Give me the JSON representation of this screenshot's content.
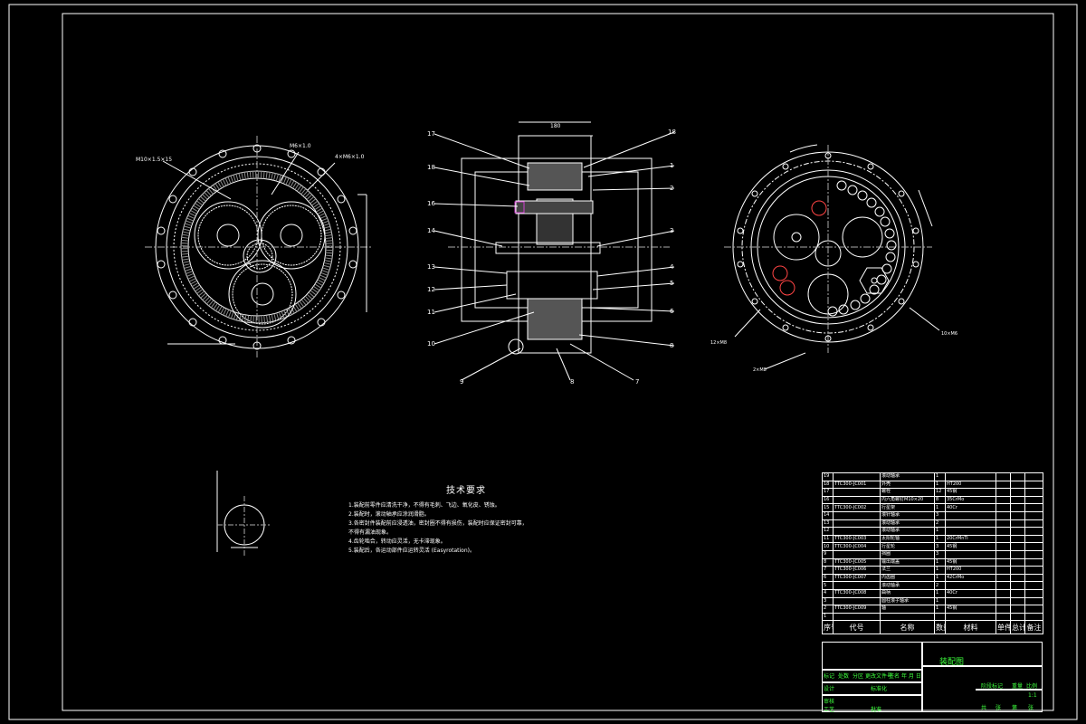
{
  "drawing": {
    "section_labels_left": [
      "17",
      "18",
      "16",
      "14",
      "13",
      "12",
      "11",
      "10",
      "9"
    ],
    "section_labels_right": [
      "18",
      "1",
      "2",
      "3",
      "4",
      "5",
      "6",
      "7",
      "8"
    ],
    "dim_top": "180",
    "front_view_notes": [
      "M10×1.5×15",
      "M6×1.0",
      "4×M6×1.0"
    ],
    "right_view_notes": [
      "12×M8",
      "10×M6",
      "2×M8"
    ]
  },
  "tech_requirements": {
    "title": "技术要求",
    "items": [
      "1.装配前零件应清洗干净，不得有毛刺、飞边、氧化皮、锈蚀。",
      "2.装配时，滚动轴承应涂润滑脂。",
      "3.各密封件装配前应浸透油，密封圈不得有损伤，装配时应保证密封可靠，",
      "  不得有漏油现象。",
      "4.齿轮啮合，转动应灵活，无卡滞现象。",
      "5.装配后，各运动部件应运转灵活 (Easyrotation)。"
    ]
  },
  "bom": {
    "headers": [
      "序号",
      "代号",
      "名称",
      "数量",
      "材料",
      "单件",
      "总计",
      "备注"
    ],
    "rows": [
      {
        "no": "19",
        "code": "",
        "name": "滚动轴承",
        "qty": "1",
        "mat": ""
      },
      {
        "no": "18",
        "code": "TTC300-JC001",
        "name": "外壳",
        "qty": "1",
        "mat": "HT200"
      },
      {
        "no": "17",
        "code": "",
        "name": "螺栓",
        "qty": "12",
        "mat": "45钢"
      },
      {
        "no": "16",
        "code": "",
        "name": "内六角螺钉M10×20",
        "qty": "8",
        "mat": "35CrMo"
      },
      {
        "no": "15",
        "code": "TTC300-JC002",
        "name": "行星架",
        "qty": "1",
        "mat": "40Cr"
      },
      {
        "no": "14",
        "code": "",
        "name": "滚针轴承",
        "qty": "3",
        "mat": ""
      },
      {
        "no": "13",
        "code": "",
        "name": "滚动轴承",
        "qty": "2",
        "mat": ""
      },
      {
        "no": "12",
        "code": "",
        "name": "滚动轴承",
        "qty": "1",
        "mat": ""
      },
      {
        "no": "11",
        "code": "TTC300-JC003",
        "name": "太阳轮轴",
        "qty": "1",
        "mat": "20CrMnTi"
      },
      {
        "no": "10",
        "code": "TTC300-JC004",
        "name": "行星轮",
        "qty": "3",
        "mat": "45钢"
      },
      {
        "no": "9",
        "code": "",
        "name": "挡圈",
        "qty": "3",
        "mat": ""
      },
      {
        "no": "8",
        "code": "TTC300-JC005",
        "name": "输出端盖",
        "qty": "1",
        "mat": "45钢"
      },
      {
        "no": "7",
        "code": "TTC300-JC006",
        "name": "法兰",
        "qty": "1",
        "mat": "HT200"
      },
      {
        "no": "6",
        "code": "TTC300-JC007",
        "name": "内齿圈",
        "qty": "1",
        "mat": "42CrMo"
      },
      {
        "no": "5",
        "code": "",
        "name": "滚动轴承",
        "qty": "2",
        "mat": ""
      },
      {
        "no": "4",
        "code": "TTC300-JC008",
        "name": "曲柄",
        "qty": "1",
        "mat": "40Cr"
      },
      {
        "no": "3",
        "code": "",
        "name": "圆柱滚子轴承",
        "qty": "1",
        "mat": ""
      },
      {
        "no": "2",
        "code": "TTC300-JC009",
        "name": "轴",
        "qty": "1",
        "mat": "45钢"
      },
      {
        "no": "1",
        "code": "",
        "name": "",
        "qty": "",
        "mat": ""
      }
    ]
  },
  "title_block": {
    "name": "装配图",
    "labels": [
      "标记",
      "处数",
      "分区",
      "更改文件号",
      "签名",
      "年 月 日",
      "设计",
      "标准化",
      "审核",
      "工艺",
      "批准",
      "阶段标记",
      "重量",
      "比例"
    ],
    "scale": "1:1",
    "sheets": [
      "共",
      "张",
      "第",
      "张"
    ]
  }
}
